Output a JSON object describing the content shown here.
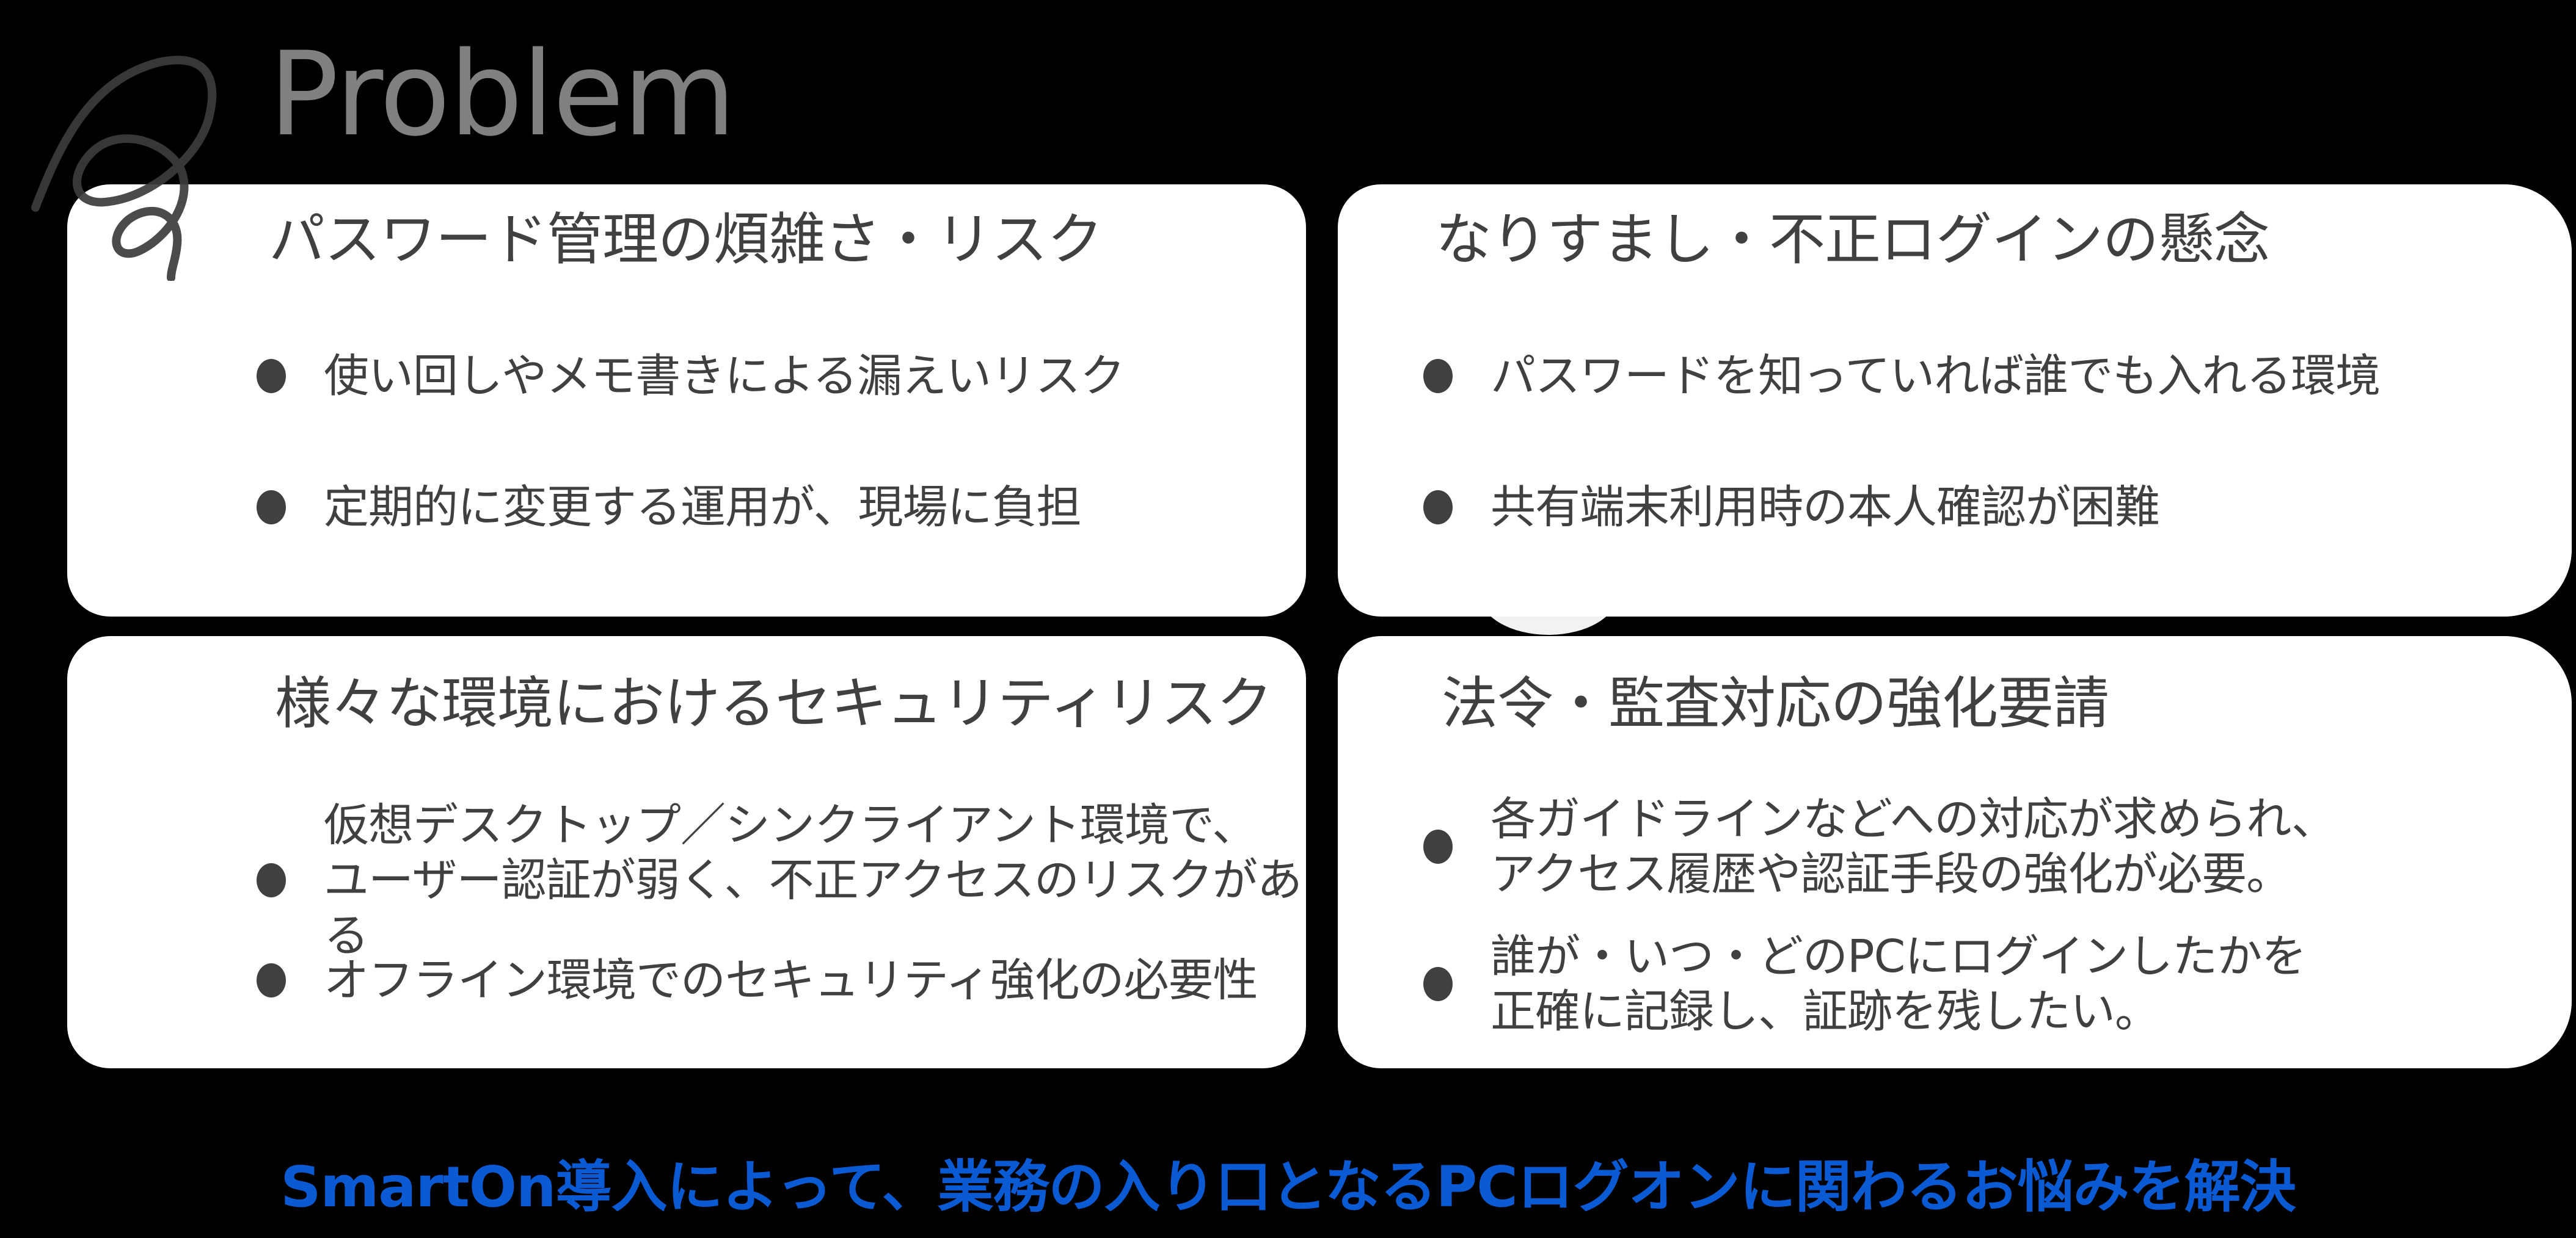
{
  "header": {
    "title": "Problem",
    "decoration_icon": "swirl-scribble-icon"
  },
  "cards": [
    {
      "heading": "パスワード管理の煩雑さ・リスク",
      "bullets": [
        "使い回しやメモ書きによる漏えいリスク",
        "定期的に変更する運用が、現場に負担"
      ]
    },
    {
      "heading": "なりすまし・不正ログインの懸念",
      "bullets": [
        "パスワードを知っていれば誰でも入れる環境",
        "共有端末利用時の本人確認が困難"
      ]
    },
    {
      "heading": "様々な環境におけるセキュリティリスク",
      "bullets": [
        "仮想デスクトップ／シンクライアント環境で、\nユーザー認証が弱く、不正アクセスのリスクがある",
        "オフライン環境でのセキュリティ強化の必要性"
      ]
    },
    {
      "heading": "法令・監査対応の強化要請",
      "bullets": [
        "各ガイドラインなどへの対応が求められ、\nアクセス履歴や認証手段の強化が必要。",
        "誰が・いつ・どのPCにログインしたかを\n正確に記録し、証跡を残したい。"
      ]
    }
  ],
  "footer": {
    "message": "SmartOn導入によって、業務の入り口となるPCログオンに関わるお悩みを解決"
  },
  "colors": {
    "background": "#000000",
    "card": "#ffffff",
    "text": "#404040",
    "title": "#808080",
    "accent": "#0a5bd3"
  }
}
